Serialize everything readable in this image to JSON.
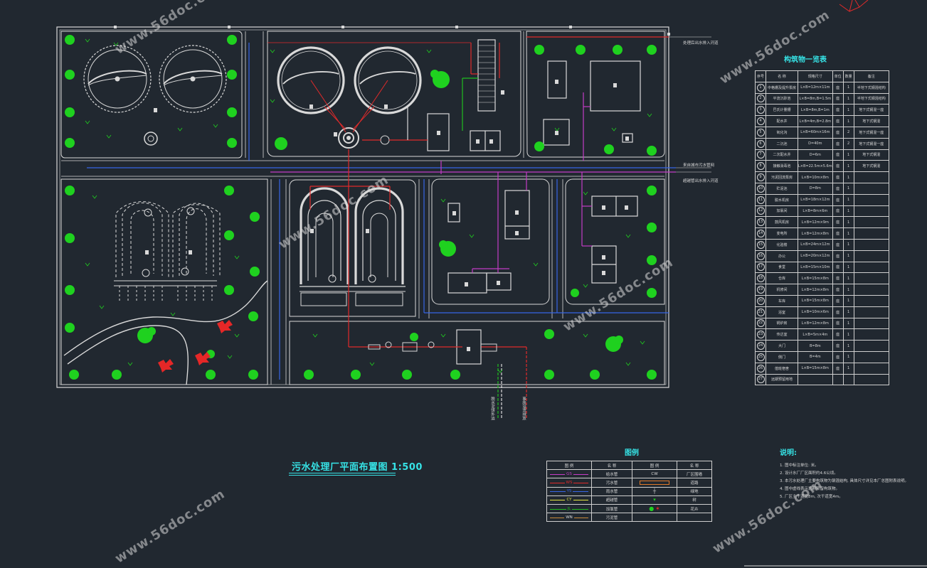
{
  "drawing": {
    "title": "污水处理厂平面布置图  1:500",
    "watermark": "www.56doc.com"
  },
  "colors": {
    "background": "#212830",
    "linework": "#d9d9d9",
    "accent": "#36e3e6",
    "pipe_blue": "#3766e6",
    "pipe_red": "#e02a2a",
    "pipe_magenta": "#c43cc6",
    "pipe_green": "#1fbf1f",
    "tree": "#1fd11f",
    "shrub": "#e52727"
  },
  "buildings_table": {
    "title": "构筑物一览表",
    "headers": [
      "序号",
      "名 称",
      "规格尺寸",
      "单位",
      "数量",
      "备注"
    ],
    "rows": [
      [
        "1",
        "中格栅及提升泵房",
        "L×B=12m×11m",
        "座",
        "1",
        "半地下式钢混结构"
      ],
      [
        "2",
        "平流沉砂池",
        "L×B=8m,B=1.5m",
        "座",
        "1",
        "半地下式钢混结构"
      ],
      [
        "3",
        "巴氏计量槽",
        "L×B=8m,B=1m",
        "座",
        "1",
        "地下式钢混一座"
      ],
      [
        "4",
        "配水井",
        "L×B=4m,B=2.8m",
        "座",
        "1",
        "地下式钢混"
      ],
      [
        "5",
        "氧化沟",
        "L×B=60m×16m",
        "座",
        "2",
        "地下式钢混一座"
      ],
      [
        "6",
        "二沉池",
        "D=40m",
        "座",
        "2",
        "地下式钢混一座"
      ],
      [
        "7",
        "二次配水井",
        "D=6m",
        "座",
        "1",
        "地下式钢混"
      ],
      [
        "8",
        "接触消毒池",
        "L×B=22.5m×5.6m",
        "座",
        "1",
        "地下式钢混"
      ],
      [
        "9",
        "污泥回流泵房",
        "L×B=10m×8m",
        "座",
        "1",
        ""
      ],
      [
        "10",
        "贮泥池",
        "D=8m",
        "座",
        "1",
        ""
      ],
      [
        "11",
        "脱水机房",
        "L×B=18m×12m",
        "座",
        "1",
        ""
      ],
      [
        "12",
        "加氯间",
        "L×B=8m×6m",
        "座",
        "1",
        ""
      ],
      [
        "13",
        "鼓风机房",
        "L×B=12m×9m",
        "座",
        "1",
        ""
      ],
      [
        "14",
        "变电所",
        "L×B=12m×8m",
        "座",
        "1",
        ""
      ],
      [
        "15",
        "化验楼",
        "L×B=24m×12m",
        "座",
        "1",
        ""
      ],
      [
        "16",
        "办公",
        "L×B=20m×12m",
        "座",
        "1",
        ""
      ],
      [
        "17",
        "食堂",
        "L×B=15m×10m",
        "座",
        "1",
        ""
      ],
      [
        "18",
        "仓库",
        "L×B=15m×8m",
        "座",
        "1",
        ""
      ],
      [
        "19",
        "机修间",
        "L×B=12m×8m",
        "座",
        "1",
        ""
      ],
      [
        "20",
        "车库",
        "L×B=15m×8m",
        "座",
        "1",
        ""
      ],
      [
        "21",
        "浴室",
        "L×B=10m×6m",
        "座",
        "1",
        ""
      ],
      [
        "22",
        "锅炉房",
        "L×B=12m×8m",
        "座",
        "1",
        ""
      ],
      [
        "23",
        "传达室",
        "L×B=5m×4m",
        "座",
        "1",
        ""
      ],
      [
        "24",
        "大门",
        "B=8m",
        "座",
        "1",
        ""
      ],
      [
        "25",
        "侧门",
        "B=4m",
        "座",
        "1",
        ""
      ],
      [
        "26",
        "值班宿舍",
        "L×B=15m×8m",
        "座",
        "1",
        ""
      ],
      [
        "27",
        "远期预留用地",
        "",
        "",
        "",
        ""
      ]
    ]
  },
  "legend": {
    "title": "图例",
    "headers": [
      "图 例",
      "名 称",
      "图 例",
      "名 称"
    ],
    "rows": [
      [
        "GS",
        "给水管",
        "CW",
        "厂区围墙"
      ],
      [
        "WS",
        "污水管",
        "",
        "道路"
      ],
      [
        "YS",
        "雨水管",
        "",
        "绿地"
      ],
      [
        "CY",
        "超越管",
        "",
        "树"
      ],
      [
        "JL",
        "加氯管",
        "",
        "花卉"
      ],
      [
        "WN",
        "污泥管",
        "",
        ""
      ]
    ]
  },
  "notes": {
    "title": "说明:",
    "items": [
      "1. 图中标注单位: 米。",
      "2. 设计水厂厂区面积约4.6公顷。",
      "3. 本污水处理厂主要构筑物为钢混结构, 具体尺寸详见本厂总图附表说明。",
      "4. 图中虚线表示远期预留构筑物。",
      "5. 厂区主干道宽8m, 次干道宽4m。"
    ]
  },
  "side_labels": {
    "inlet_label": "来自城市污水管网",
    "effluent_label_1": "处理后出水排入河道",
    "effluent_label_2": "超越管出水排入河道",
    "sludge_out_label": "脱水泥饼外运",
    "overflow_label": "事故溢流排放"
  }
}
